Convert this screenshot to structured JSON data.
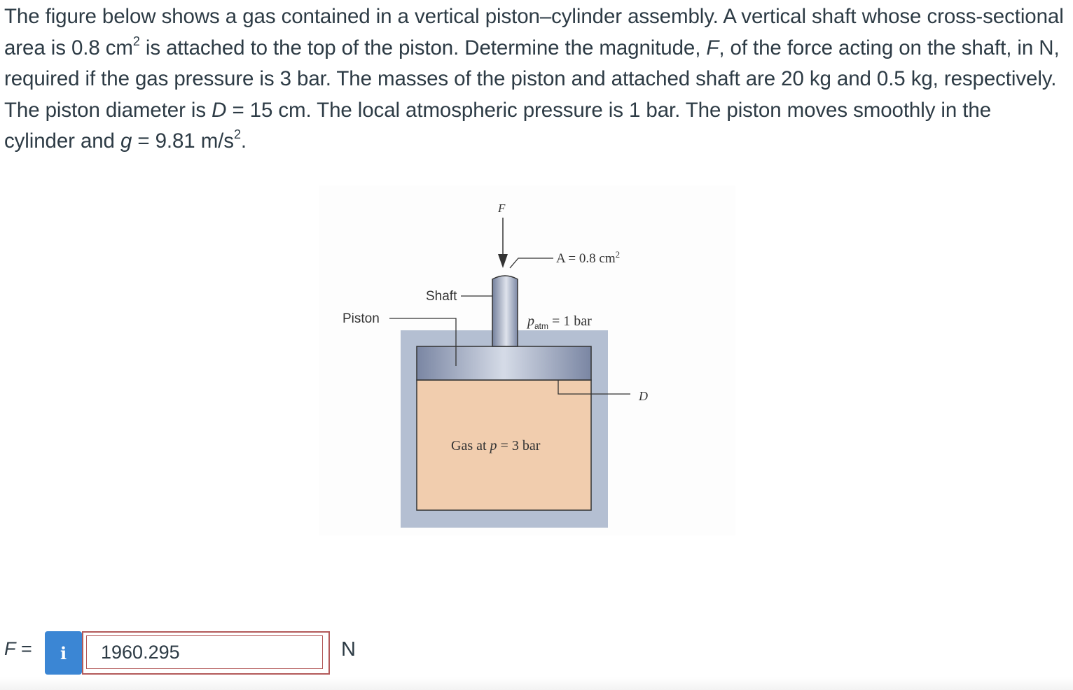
{
  "question": {
    "p1": "The figure below shows a gas contained in a vertical piston–cylinder assembly. A vertical shaft whose cross-sectional area is 0.8 cm",
    "p1_sup": "2",
    "p2": " is attached to the top of the piston. Determine the magnitude, ",
    "p2_var": "F",
    "p3": ", of the force acting on the shaft, in N, required if the gas pressure is 3 bar. The masses of the piston and attached shaft are 20 kg and 0.5 kg, respectively. The piston diameter is ",
    "p3_var": "D",
    "p4": " = 15 cm. The local atmospheric pressure is 1 bar. The piston moves smoothly in the cylinder and ",
    "p4_var": "g",
    "p5": " = 9.81 m/s",
    "p5_sup": "2",
    "p6": "."
  },
  "figure": {
    "force_label": "F",
    "area_label": "A = 0.8 cm",
    "area_sup": "2",
    "shaft_label": "Shaft",
    "piston_label": "Piston",
    "patm_label": "p",
    "patm_sub": "atm",
    "patm_value": " = 1 bar",
    "diameter_label": "D",
    "gas_label_prefix": "Gas at ",
    "gas_label_var": "p",
    "gas_label_value": " = 3 bar"
  },
  "answer": {
    "label_var": "F",
    "label_eq": " =",
    "info_icon": "i",
    "value": "1960.295",
    "unit": "N"
  },
  "colors": {
    "text": "#2d3b45",
    "info_button": "#3b86d4",
    "answer_border": "#b35a5a",
    "gas_fill": "#f1cdae",
    "cylinder_wall": "#b4bfd2",
    "piston": "#8f9ab3"
  }
}
